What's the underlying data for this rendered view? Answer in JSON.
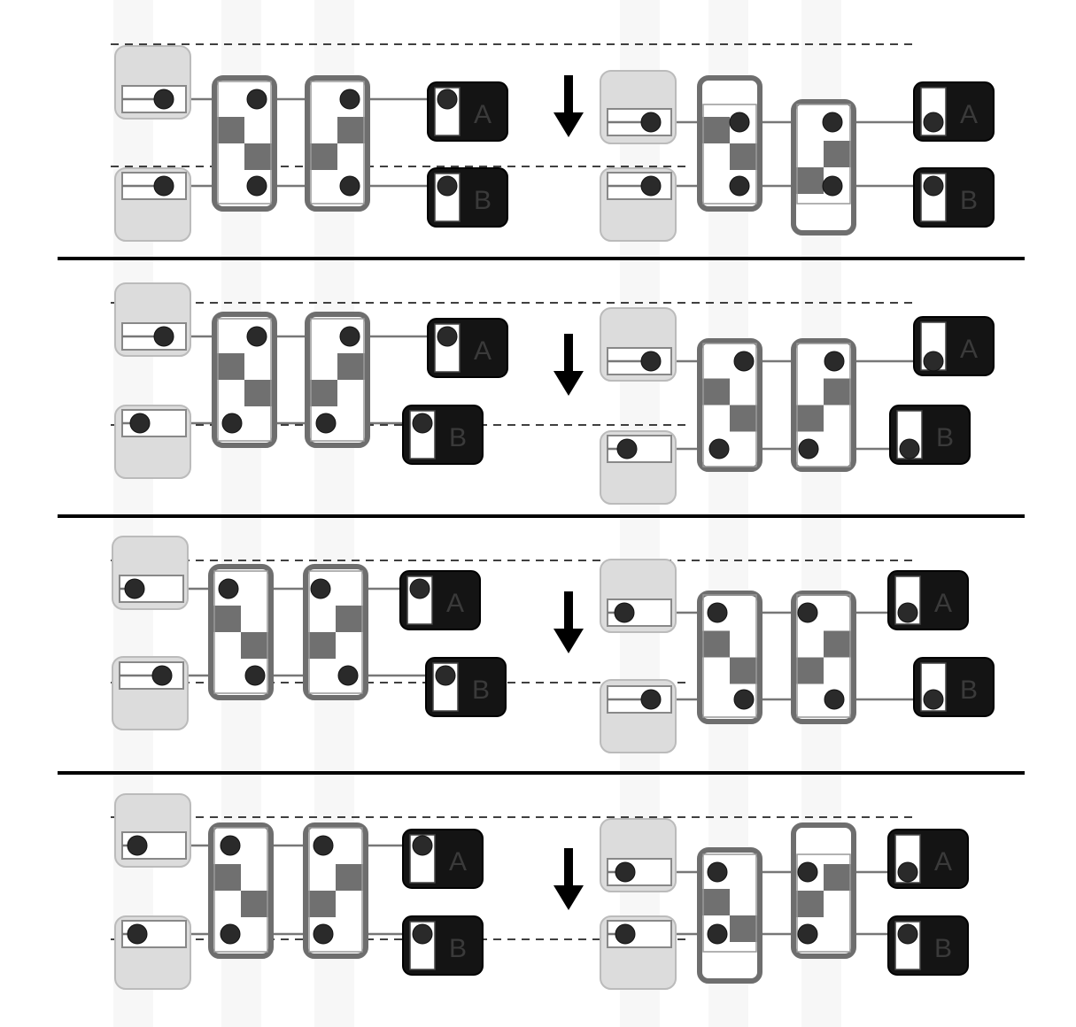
{
  "diagram": {
    "output_labels": {
      "top": "A",
      "bottom": "B"
    },
    "row_count": 4,
    "colors": {
      "source_fill": "#dcdcdc",
      "switch_stroke": "#6e6e6e",
      "switch_fill": "#707070",
      "output_fill": "#141414",
      "dot": "#2a2a2a",
      "wire": "#777777",
      "separator": "#000000"
    }
  }
}
